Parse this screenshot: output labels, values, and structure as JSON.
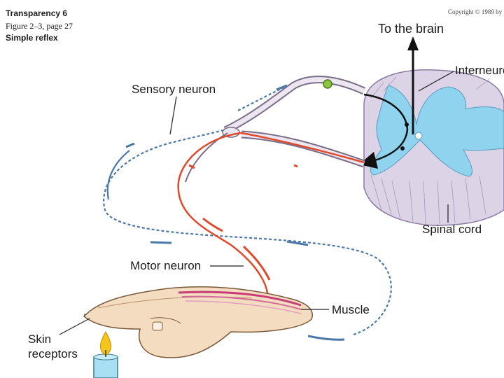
{
  "header": {
    "transparency": "Transparency 6",
    "figure": "Figure 2–3, page 27",
    "title": "Simple reflex",
    "copyright": "Copyright © 1989 by"
  },
  "labels": {
    "brain": "To the brain",
    "interneuron": "Interneuron",
    "sensory_neuron": "Sensory neuron",
    "spinal_cord": "Spinal cord",
    "motor_neuron": "Motor neuron",
    "muscle": "Muscle",
    "skin_receptors_line1": "Skin",
    "skin_receptors_line2": "receptors"
  },
  "colors": {
    "sensory_path": "#4a78a8",
    "motor_path": "#e04a2a",
    "grey_matter": "#8fd3ee",
    "white_matter": "#dcd3e6",
    "flame": "#f5c518",
    "candle": "#a9dff2",
    "skin": "#f3dcc0"
  }
}
